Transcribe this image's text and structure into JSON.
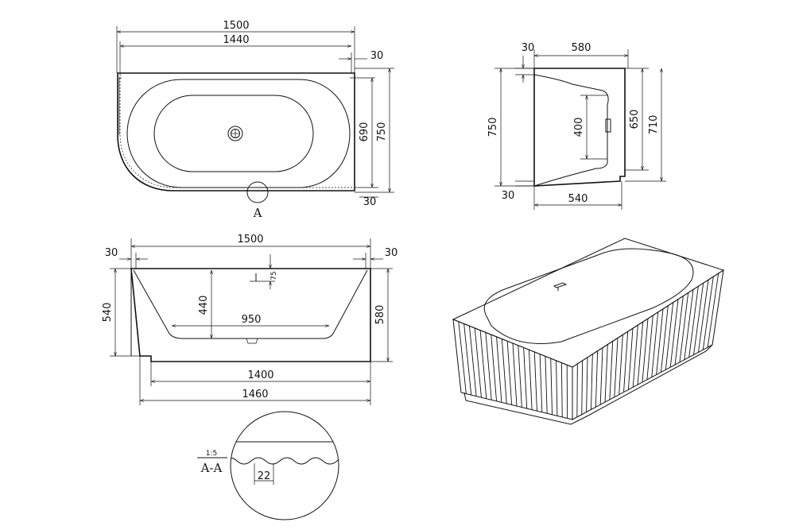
{
  "top_view": {
    "width_overall": "1500",
    "width_inner": "1440",
    "edge_offset": "30",
    "depth_overall": "750",
    "depth_inner": "690",
    "edge_bottom": "30",
    "section_label": "A"
  },
  "side_view": {
    "width_top": "580",
    "width_bottom": "540",
    "lip": "30",
    "height_left": "750",
    "height_inner": "400",
    "height_right_inner": "650",
    "height_right": "710",
    "foot": "30"
  },
  "front_view": {
    "length": "1500",
    "margin_left": "30",
    "margin_right": "30",
    "height_left": "540",
    "height_right": "580",
    "depth": "440",
    "overflow": "75",
    "bottom_length": "950",
    "base_inner": "1400",
    "base_outer": "1460"
  },
  "detail": {
    "scale": "1:5",
    "section": "A-A",
    "pitch": "22"
  }
}
